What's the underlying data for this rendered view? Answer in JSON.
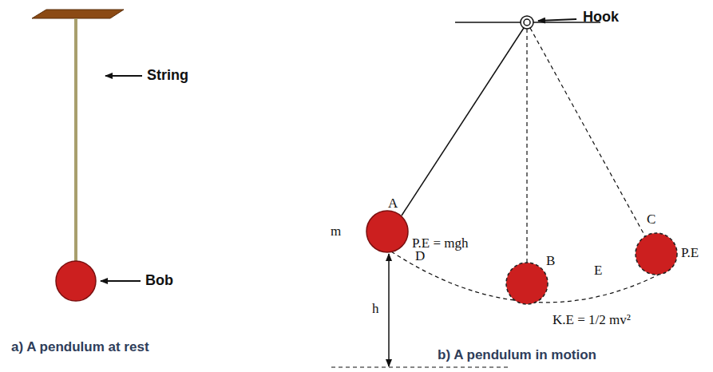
{
  "diagram": {
    "labels": [
      "String",
      "Bob",
      "a)   A pendulum at rest",
      "Hook",
      "A",
      "m",
      "P.E = mgh",
      "h",
      "D",
      "B",
      "E",
      "C",
      "P.E",
      "K.E = 1/2 mv²",
      "b) A pendulum in motion"
    ]
  }
}
